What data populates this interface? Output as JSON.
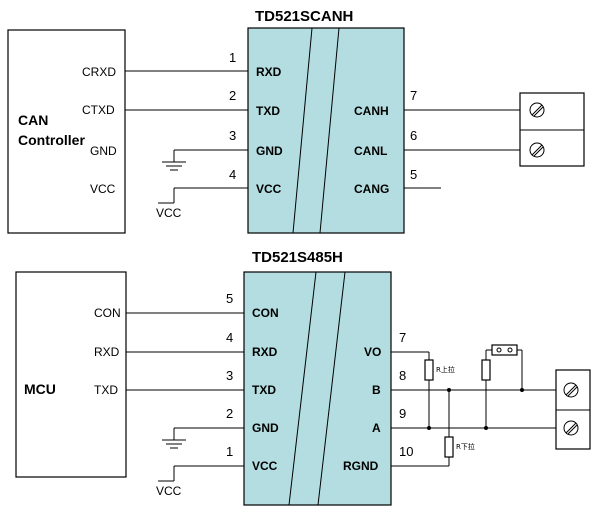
{
  "top": {
    "title": "TD521SCANH",
    "controller": {
      "line1": "CAN",
      "line2": "Controller"
    },
    "left_pins": [
      "CRXD",
      "CTXD",
      "GND",
      "VCC"
    ],
    "chip_left_pins": [
      {
        "name": "RXD",
        "num": "1"
      },
      {
        "name": "TXD",
        "num": "2"
      },
      {
        "name": "GND",
        "num": "3"
      },
      {
        "name": "VCC",
        "num": "4"
      }
    ],
    "chip_right_pins": [
      {
        "name": "CANH",
        "num": "7"
      },
      {
        "name": "CANL",
        "num": "6"
      },
      {
        "name": "CANG",
        "num": "5"
      }
    ],
    "vcc_label": "VCC"
  },
  "bottom": {
    "title": "TD521S485H",
    "mcu": "MCU",
    "left_pins": [
      "CON",
      "RXD",
      "TXD"
    ],
    "chip_left_pins": [
      {
        "name": "CON",
        "num": "5"
      },
      {
        "name": "RXD",
        "num": "4"
      },
      {
        "name": "TXD",
        "num": "3"
      },
      {
        "name": "GND",
        "num": "2"
      },
      {
        "name": "VCC",
        "num": "1"
      }
    ],
    "chip_right_pins": [
      {
        "name": "VO",
        "num": "7"
      },
      {
        "name": "B",
        "num": "8"
      },
      {
        "name": "A",
        "num": "9"
      },
      {
        "name": "RGND",
        "num": "10"
      }
    ],
    "pullup_label": "R上拉",
    "pulldown_label": "R下拉",
    "vcc_label": "VCC"
  }
}
